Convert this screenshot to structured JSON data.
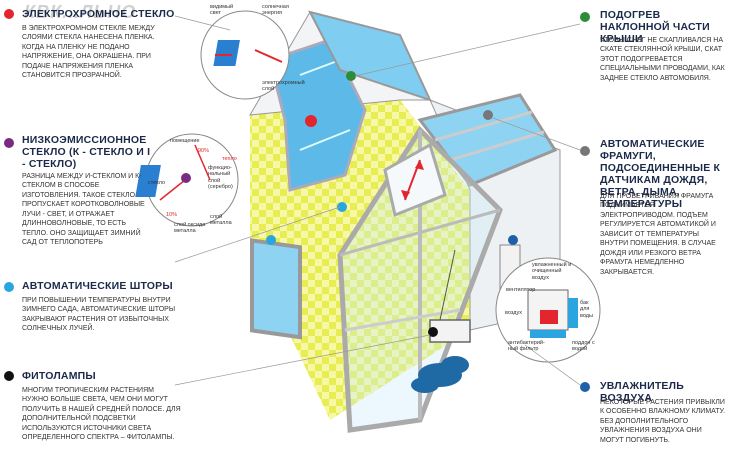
{
  "watermark": "Квк...льно",
  "colors": {
    "red": "#e3262e",
    "purple": "#7b2a82",
    "blue": "#2aa5df",
    "black": "#111111",
    "green": "#2e8b3a",
    "gray": "#777777",
    "darkblue": "#1f5fa8",
    "glass": "#6fc6ef",
    "floor": "#e8ee52"
  },
  "sections": [
    {
      "id": "electrochromic",
      "title": "ЭЛЕКТРОХРОМНОЕ СТЕКЛО",
      "body": "В ЭЛЕКТРОХРОМНОМ СТЕКЛЕ МЕЖДУ СЛОЯМИ СТЕКЛА НАНЕСЕНА ПЛЕНКА. КОГДА НА ПЛЕНКУ НЕ ПОДАНО НАПРЯЖЕНИЕ, ОНА ОКРАШЕНА. ПРИ ПОДАЧЕ НАПРЯЖЕНИЯ ПЛЕНКА СТАНОВИТСЯ ПРОЗРАЧНОЙ."
    },
    {
      "id": "low-e",
      "title": "НИЗКОЭМИССИОННОЕ СТЕКЛО (К - СТЕКЛО И І - СТЕКЛО)",
      "body": "РАЗНИЦА МЕЖДУ И-СТЕКЛОМ И К-СТЕКЛОМ В СПОСОБЕ ИЗГОТОВЛЕНИЯ. ТАКОЕ СТЕКЛО ПРОПУСКАЕТ КОРОТКОВОЛНОВЫЕ ЛУЧИ - СВЕТ, И ОТРАЖАЕТ ДЛИННОВОЛНОВЫЕ, ТО ЕСТЬ ТЕПЛО. ОНО ЗАЩИЩАЕТ ЗИМНИЙ САД ОТ ТЕПЛОПОТЕРЬ"
    },
    {
      "id": "blinds",
      "title": "АВТОМАТИЧЕСКИЕ ШТОРЫ",
      "body": "ПРИ ПОВЫШЕНИИ ТЕМПЕРАТУРЫ ВНУТРИ ЗИМНЕГО САДА, АВТОМАТИЧЕСКИЕ ШТОРЫ ЗАКРЫВАЮТ РАСТЕНИЯ ОТ ИЗБЫТОЧНЫХ СОЛНЕЧНЫХ ЛУЧЕЙ."
    },
    {
      "id": "phytolamps",
      "title": "ФИТОЛАМПЫ",
      "body": "МНОГИМ ТРОПИЧЕСКИМ РАСТЕНИЯМ НУЖНО БОЛЬШЕ СВЕТА, ЧЕМ ОНИ МОГУТ ПОЛУЧИТЬ В НАШЕЙ СРЕДНЕЙ ПОЛОСЕ. ДЛЯ ДОПОЛНИТЕЛЬНОЙ ПОДСВЕТКИ ИСПОЛЬЗУЮТСЯ ИСТОЧНИКИ СВЕТА ОПРЕДЕЛЕННОГО СПЕКТРА – ФИТОЛАМПЫ."
    },
    {
      "id": "roof-heating",
      "title": "ПОДОГРЕВ НАКЛОННОЙ ЧАСТИ КРЫШИ",
      "body": "ЧТОБЫ СНЕГ НЕ СКАПЛИВАЛСЯ НА СКАТЕ СТЕКЛЯННОЙ КРЫШИ, СКАТ ЭТОТ ПОДОГРЕВАЕТСЯ СПЕЦИАЛЬНЫМИ ПРОВОДАМИ, КАК ЗАДНЕЕ СТЕКЛО АВТОМОБИЛЯ."
    },
    {
      "id": "transoms",
      "title": "АВТОМАТИЧЕСКИЕ ФРАМУГИ, ПОДСОЕДИНЕННЫЕ К ДАТЧИКАМ ДОЖДЯ, ВЕТРА, ДЫМА, ТЕМПЕРАТУРЫ",
      "body": "ДЛЯ ПРОВЕТРИВАНИЯ ФРАМУГА ПОДНИМАЕТСЯ ЭЛЕКТРОПРИВОДОМ. ПОДЪЕМ РЕГУЛИРУЕТСЯ АВТОМАТИКОЙ И ЗАВИСИТ ОТ ТЕМПЕРАТУРЫ ВНУТРИ ПОМЕЩЕНИЯ. В СЛУЧАЕ ДОЖДЯ ИЛИ РЕЗКОГО ВЕТРА ФРАМУГА НЕМЕДЛЕННО ЗАКРЫВАЕТСЯ."
    },
    {
      "id": "humidifier",
      "title": "УВЛАЖНИТЕЛЬ ВОЗДУХА",
      "body": "НЕКОТОРЫЕ РАСТЕНИЯ ПРИВЫКЛИ К ОСОБЕННО ВЛАЖНОМУ КЛИМАТУ. БЕЗ ДОПОЛНИТЕЛЬНОГО УВЛАЖНЕНИЯ ВОЗДУХА ОНИ МОГУТ ПОГИБНУТЬ."
    }
  ],
  "callouts": {
    "visible_light": "видимый свет",
    "solar_energy": "солнечная энергия",
    "electrochromic_layer": "электрохромный слой",
    "glass": "стекло",
    "premises": "помещение",
    "pct_90": "90%",
    "heat": "тепло",
    "functional_layer": "функцио-нальный слой (серебро)",
    "pct_10": "10%",
    "metal_oxide": "слой оксида металла",
    "metal_layer": "слой металла",
    "humid_air": "увлажненный и очищенный воздух",
    "fan": "вентилятор",
    "water_tank": "бак для воды",
    "air": "воздух",
    "antibacterial": "антибактерий-ный фильтр",
    "water_tray": "поддон с водой"
  }
}
